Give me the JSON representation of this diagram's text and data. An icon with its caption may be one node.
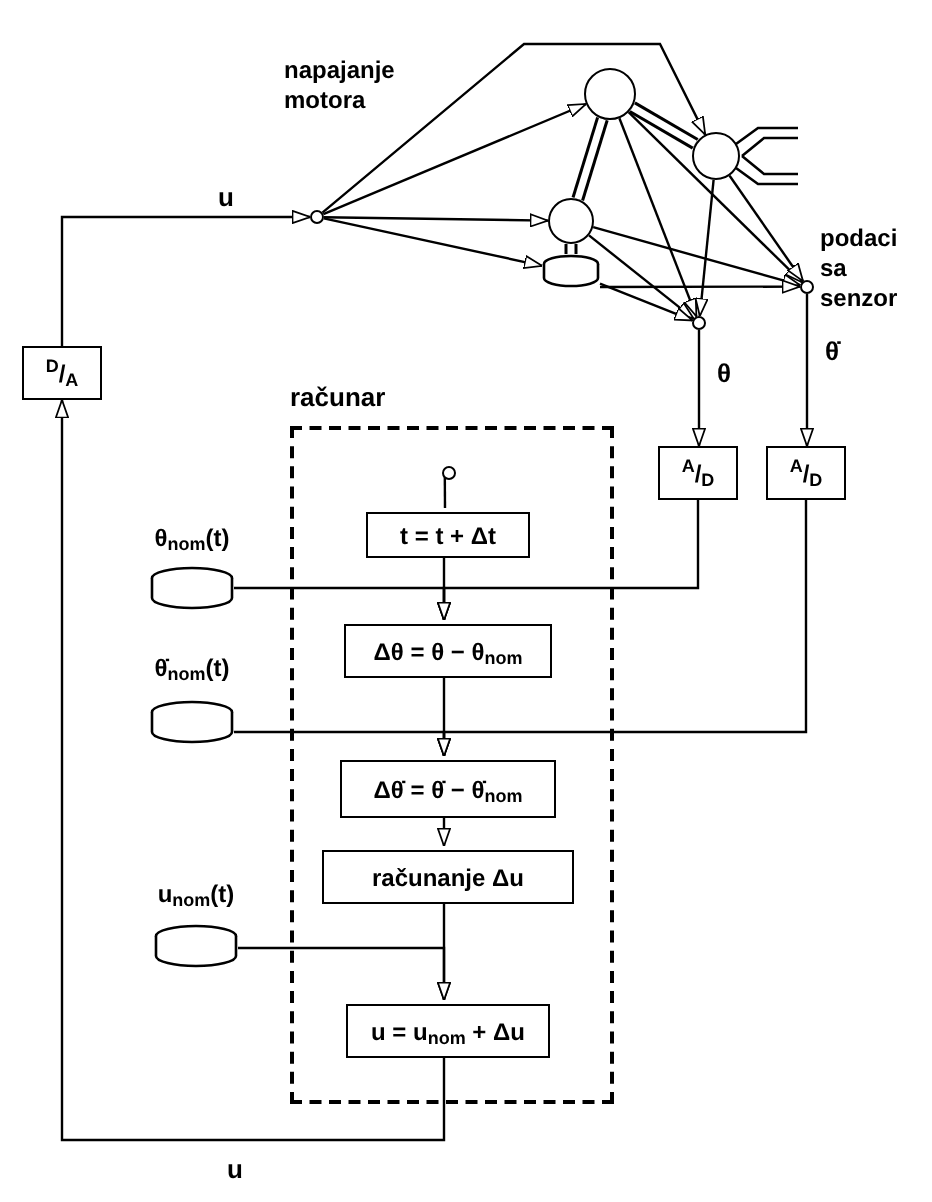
{
  "diagram": {
    "nodes": [
      {
        "text": [
          "$^{D}$/$_{A}$"
        ]
      },
      {
        "text": [],
        "shape": "circle"
      },
      {
        "text": [],
        "shape": "circle"
      },
      {
        "text": [],
        "shape": "cylinder"
      },
      {
        "text": [],
        "shape": "circle"
      },
      {
        "text": [],
        "shape": "circle"
      },
      {
        "text": [],
        "shape": "circle"
      },
      {
        "text": [],
        "shape": "circle"
      },
      {
        "text": [
          "$^{A}$/$_{D}$"
        ]
      },
      {
        "text": [
          "$^{A}$/$_{D}$"
        ]
      },
      {
        "text": [
          "računar"
        ]
      },
      {
        "text": [],
        "shape": "circle",
        "in": 10
      },
      {
        "text": [
          "t = t + Δt"
        ],
        "in": 10
      },
      {
        "text": [
          "θ$_{nom}$(t)"
        ]
      },
      {
        "text": [
          "Δθ = θ − θ$_{nom}$"
        ],
        "in": 10
      },
      {
        "text": [
          "θ̇$_{nom}$(t)"
        ]
      },
      {
        "text": [
          "Δθ̇ = θ̇ − θ̇$_{nom}$"
        ],
        "in": 10
      },
      {
        "text": [
          "računanje Δu"
        ],
        "in": 10
      },
      {
        "text": [
          "u$_{nom}$(t)"
        ]
      },
      {
        "text": [
          "u = u$_{nom}$ + Δu"
        ],
        "in": 10
      }
    ],
    "edges": [
      {
        "from": 0,
        "to": 1,
        "arrow": "to",
        "label": "u"
      },
      {
        "from": 1,
        "to": 4,
        "arrow": "to"
      },
      {
        "from": 1,
        "to": 5,
        "arrow": "to"
      },
      {
        "from": 1,
        "to": 2,
        "arrow": "to"
      },
      {
        "from": 1,
        "to": 3,
        "arrow": "to"
      },
      {
        "from": 4,
        "to": 6,
        "arrow": "to"
      },
      {
        "from": 4,
        "to": 7,
        "arrow": "to"
      },
      {
        "from": 5,
        "to": 6,
        "arrow": "to"
      },
      {
        "from": 5,
        "to": 7,
        "arrow": "to"
      },
      {
        "from": 2,
        "to": 6,
        "arrow": "to"
      },
      {
        "from": 2,
        "to": 7,
        "arrow": "to"
      },
      {
        "from": 3,
        "to": 6,
        "arrow": "to"
      },
      {
        "from": 3,
        "to": 7,
        "arrow": "to"
      },
      {
        "from": 6,
        "to": 8,
        "arrow": "to",
        "label": "θ"
      },
      {
        "from": 7,
        "to": 9,
        "arrow": "to",
        "label": "θ̇"
      },
      {
        "from": 11,
        "to": 12,
        "arrow": "none"
      },
      {
        "from": 12,
        "to": 14,
        "arrow": "to"
      },
      {
        "from": 13,
        "to": 14,
        "arrow": "to"
      },
      {
        "from": 8,
        "to": 14,
        "arrow": "to"
      },
      {
        "from": 14,
        "to": 16,
        "arrow": "to"
      },
      {
        "from": 15,
        "to": 16,
        "arrow": "to"
      },
      {
        "from": 9,
        "to": 16,
        "arrow": "to"
      },
      {
        "from": 16,
        "to": 17,
        "arrow": "to"
      },
      {
        "from": 17,
        "to": 19,
        "arrow": "to"
      },
      {
        "from": 18,
        "to": 19,
        "arrow": "to"
      },
      {
        "from": 19,
        "to": 0,
        "arrow": "to",
        "label": "u"
      },
      {
        "from": 4,
        "to": 2,
        "arrow": "none",
        "style": "thick"
      },
      {
        "from": 4,
        "to": 5,
        "arrow": "none",
        "style": "thick"
      },
      {
        "from": 2,
        "to": 3,
        "arrow": "none",
        "style": "thick"
      }
    ],
    "labels": [
      "napajanje motora",
      "podaci sa senzor"
    ]
  }
}
